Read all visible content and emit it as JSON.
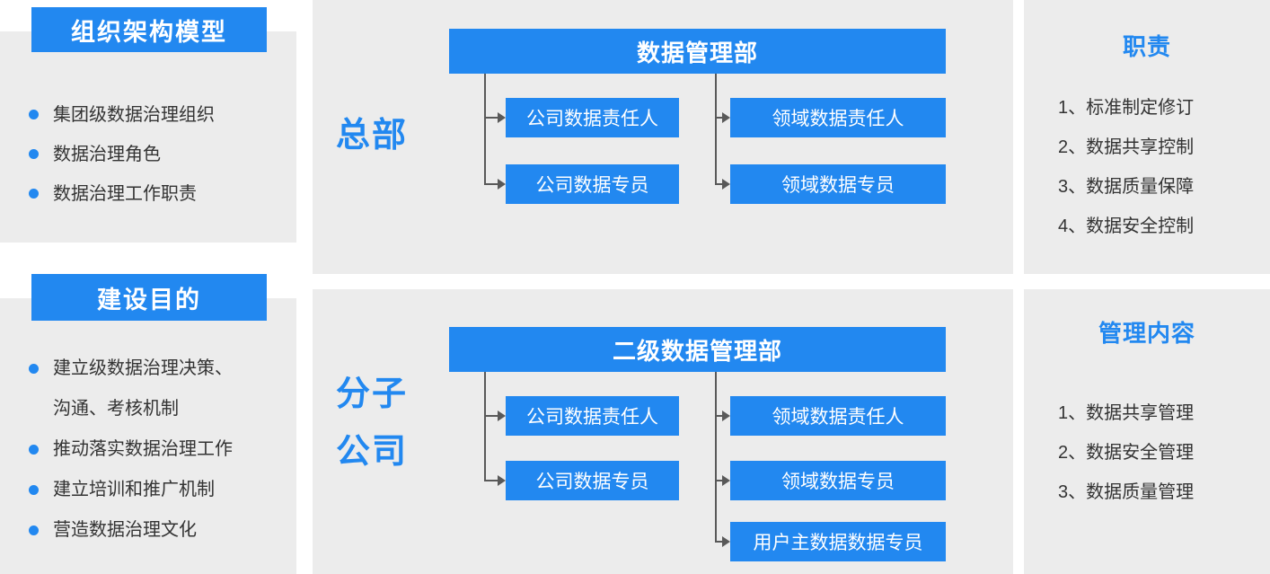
{
  "colors": {
    "accent": "#2288f0",
    "panel_bg": "#ececec",
    "connector": "#595959",
    "text": "#333333"
  },
  "left_sidebar": {
    "section1": {
      "title": "组织架构模型",
      "items": [
        "集团级数据治理组织",
        "数据治理角色",
        "数据治理工作职责"
      ]
    },
    "section2": {
      "title": "建设目的",
      "items": [
        "建立级数据治理决策、沟通、考核机制",
        "推动落实数据治理工作",
        "建立培训和推广机制",
        "营造数据治理文化"
      ]
    }
  },
  "org_hq": {
    "region_label": "总部",
    "dept": "数据管理部",
    "company_nodes": [
      "公司数据责任人",
      "公司数据专员"
    ],
    "domain_nodes": [
      "领域数据责任人",
      "领域数据专员"
    ]
  },
  "org_sub": {
    "region_label_line1": "分子",
    "region_label_line2": "公司",
    "dept": "二级数据管理部",
    "company_nodes": [
      "公司数据责任人",
      "公司数据专员"
    ],
    "domain_nodes": [
      "领域数据责任人",
      "领域数据专员",
      "用户主数据数据专员"
    ]
  },
  "right_sidebar": {
    "responsibilities": {
      "title": "职责",
      "items": [
        "1、标准制定修订",
        "2、数据共享控制",
        "3、数据质量保障",
        "4、数据安全控制"
      ]
    },
    "management": {
      "title": "管理内容",
      "items": [
        "1、数据共享管理",
        "2、数据安全管理",
        "3、数据质量管理"
      ]
    }
  }
}
